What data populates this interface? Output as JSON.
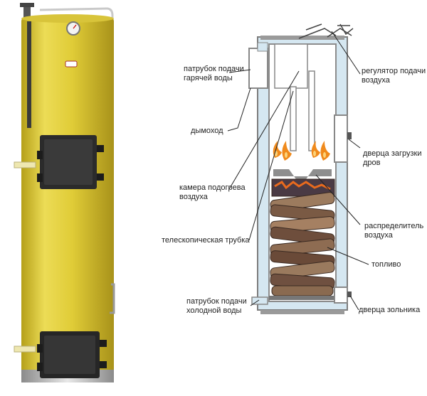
{
  "colors": {
    "boiler_yellow": "#e3cf3b",
    "boiler_shade": "#b8a21f",
    "door_dark": "#2a2a2a",
    "water_blue": "#cfe3ee",
    "wall_gray": "#8d8d8d",
    "flame": "#f08a1c",
    "fuel_brown": "#6b4b3a"
  },
  "labels": {
    "hot_water_pipe": [
      "патрубок подачи",
      "гарячей воды"
    ],
    "chimney": [
      "дымоход"
    ],
    "air_preheat_chamber": [
      "камера подогрева",
      "воздуха"
    ],
    "telescopic_tube": [
      "телескопическая трубка"
    ],
    "cold_water_pipe": [
      "патрубок подачи",
      "холодной воды"
    ],
    "air_regulator": [
      "регулятор подачи",
      "воздуха"
    ],
    "wood_loading_door": [
      "дверца загрузки",
      "дров"
    ],
    "air_distributor": [
      "распределитель",
      "воздуха"
    ],
    "fuel": [
      "топливо"
    ],
    "ash_door": [
      "дверца зольника"
    ]
  }
}
